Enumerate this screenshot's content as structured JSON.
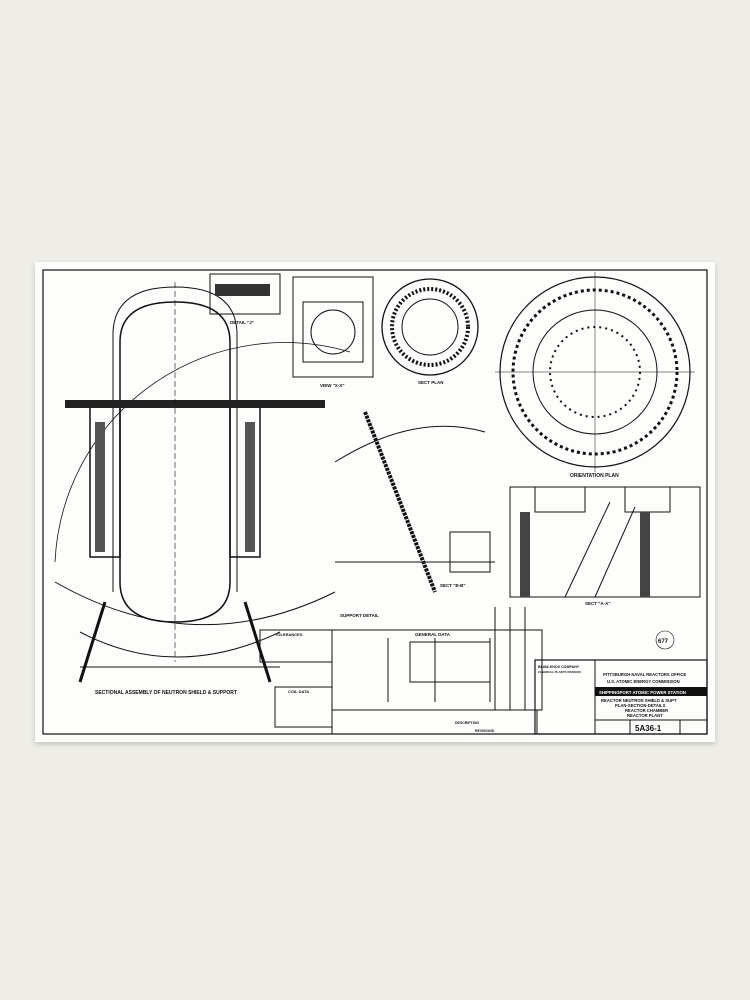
{
  "drawing": {
    "main_caption": "SECTIONAL ASSEMBLY OF NEUTRON SHIELD & SUPPORT",
    "labels": {
      "detail_j": "DETAIL \"J\"",
      "view_xx": "VIEW \"X-X\"",
      "sect_plan": "SECT PLAN",
      "orientation_plan": "ORIENTATION PLAN",
      "sect_bb": "SECT \"B-B\"",
      "sect_aa": "SECT \"A-A\"",
      "support_detail": "SUPPORT DETAIL",
      "tolerances": "TOLERANCES",
      "general_data": "GENERAL DATA",
      "coil_data": "COIL DATA",
      "description": "DESCRIPTION",
      "revisions": "REVISIONS",
      "mark": "677"
    },
    "title_block": {
      "company": "BLAW-KNOX COMPANY",
      "division": "CHEMICAL PLANTS DIVISION",
      "office": "PITTSBURGH NAVAL REACTORS OFFICE",
      "commission": "U.S. ATOMIC ENERGY COMMISSION",
      "station": "SHIPPINGPORT ATOMIC POWER STATION",
      "title_lines": [
        "REACTOR NEUTRON SHIELD & SUPT",
        "PLAN-SECTION-DETAILS",
        "REACTOR CHAMBER",
        "REACTOR PLANT"
      ],
      "drawing_number": "5A36-1"
    }
  },
  "colors": {
    "wall": "#eeede8",
    "paper": "#fdfdfc",
    "ink": "#111111"
  }
}
